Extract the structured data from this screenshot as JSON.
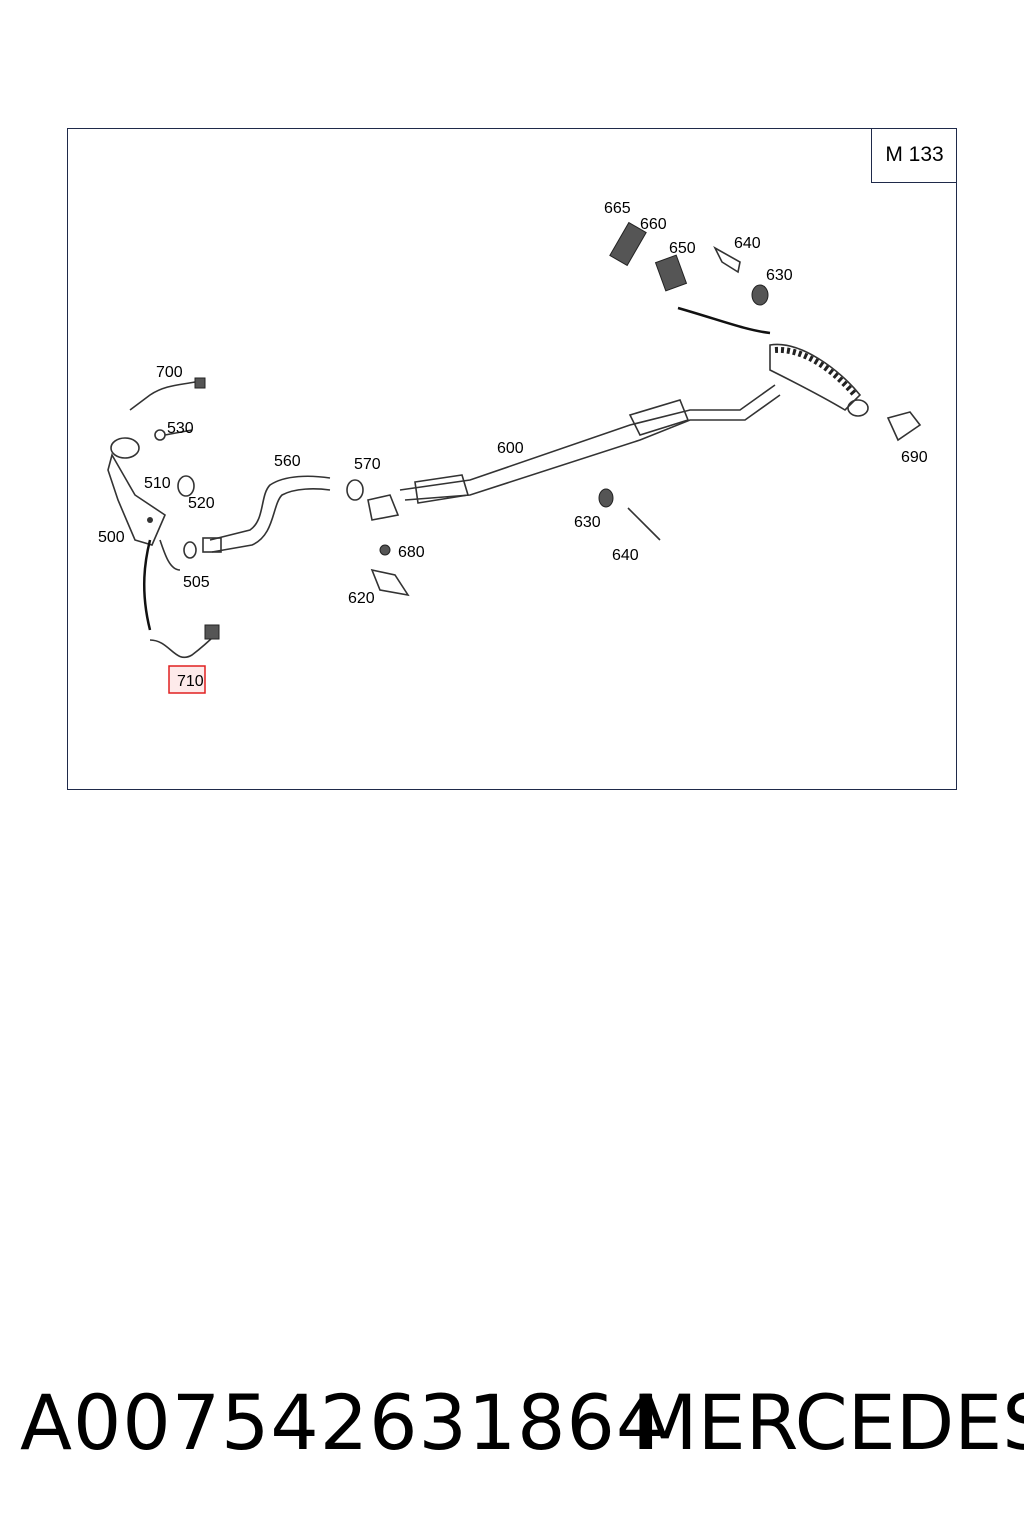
{
  "diagram": {
    "engine_code": "M 133",
    "highlighted_part": "710",
    "callouts": [
      "665",
      "660",
      "650",
      "640",
      "630",
      "700",
      "530",
      "510",
      "520",
      "500",
      "505",
      "560",
      "570",
      "600",
      "680",
      "620",
      "630",
      "640",
      "690",
      "710"
    ]
  },
  "footer": {
    "part_number": "A007542631864",
    "brand": "MERCEDES"
  }
}
